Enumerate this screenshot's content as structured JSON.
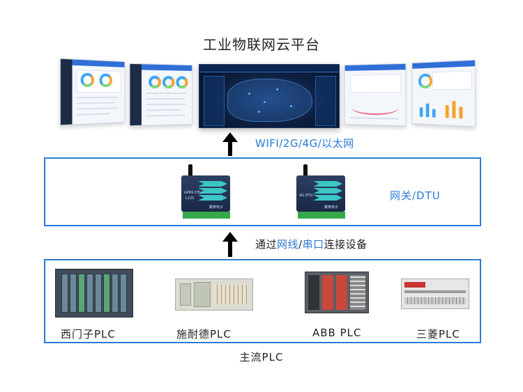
{
  "title": "工业物联网云平台",
  "cloud_link_label": "WIFI/2G/4G/以太网",
  "gateway": {
    "label": "网关/DTU",
    "device_left": {
      "model_text": "GPRS DTU",
      "sub_text": "L120",
      "brand": "聚英电子"
    },
    "device_right": {
      "model_text": "4G DTU",
      "brand": "聚英电子"
    }
  },
  "connection": {
    "prefix": "通过",
    "option1": "网线",
    "separator": "/",
    "option2": "串口",
    "suffix": "连接设备"
  },
  "plcs": [
    {
      "label": "西门子PLC",
      "icon": "siemens-plc"
    },
    {
      "label": "施耐德PLC",
      "icon": "schneider-plc"
    },
    {
      "label": "ABB PLC",
      "icon": "abb-plc"
    },
    {
      "label": "三菱PLC",
      "icon": "mitsubishi-plc"
    }
  ],
  "footer_label": "主流PLC",
  "colors": {
    "accent_blue": "#2a7ad6",
    "arrow": "#000000"
  }
}
